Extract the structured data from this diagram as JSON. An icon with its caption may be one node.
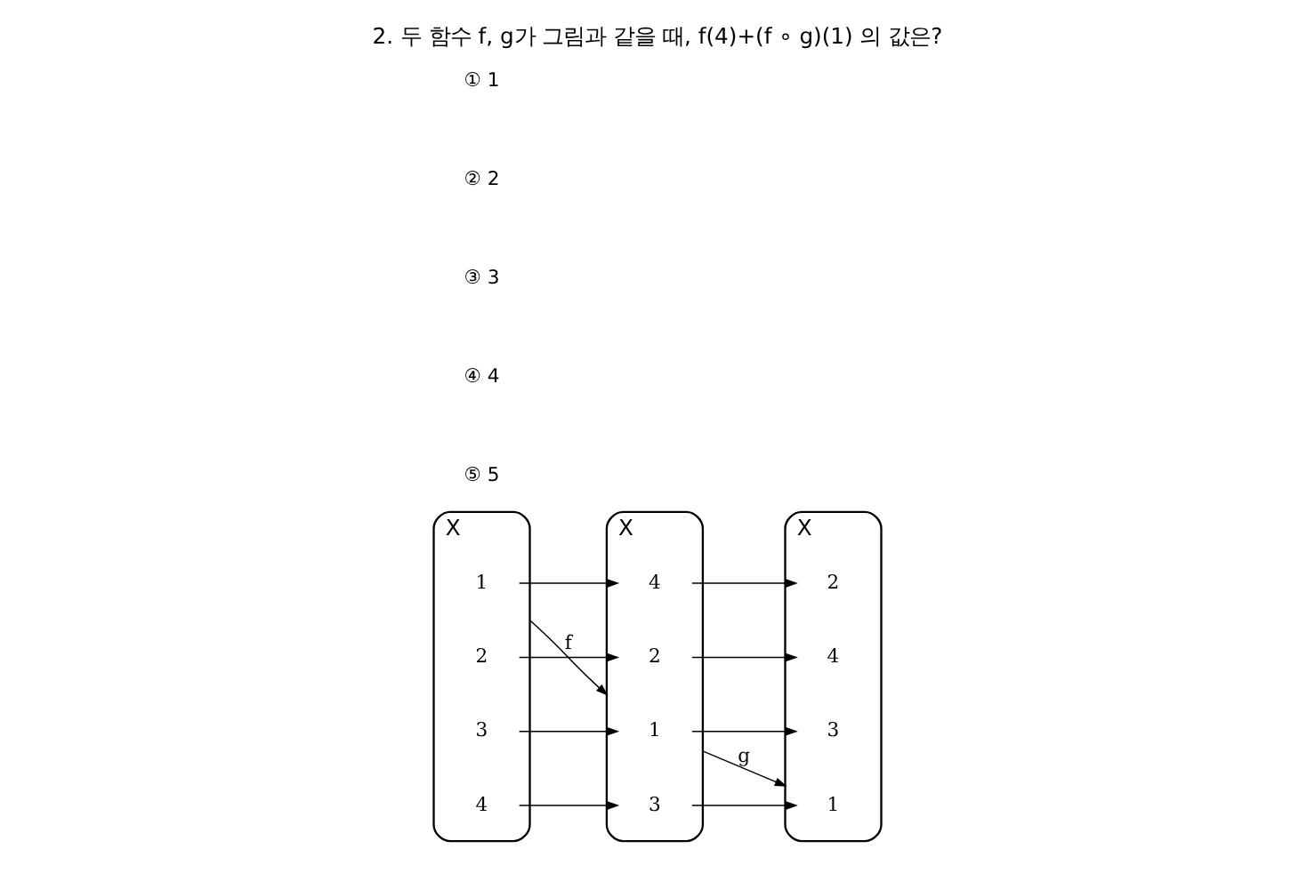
{
  "diagram": {
    "title": "2. 두 함수 f, g가 그림과 같을 때, f(4)+(f ∘ g)(1) 의 값은?",
    "nodes": [
      {
        "text": [
          "X"
        ]
      },
      {
        "text": [
          "1"
        ],
        "in": 0
      },
      {
        "text": [
          "2"
        ],
        "in": 0
      },
      {
        "text": [
          "3"
        ],
        "in": 0
      },
      {
        "text": [
          "4"
        ],
        "in": 0
      },
      {
        "text": [
          "X"
        ]
      },
      {
        "text": [
          "1"
        ],
        "in": 5
      },
      {
        "text": [
          "2"
        ],
        "in": 5
      },
      {
        "text": [
          "3"
        ],
        "in": 5
      },
      {
        "text": [
          "4"
        ],
        "in": 5
      },
      {
        "text": [
          "X"
        ]
      },
      {
        "text": [
          "1"
        ],
        "in": 10
      },
      {
        "text": [
          "2"
        ],
        "in": 10
      },
      {
        "text": [
          "3"
        ],
        "in": 10
      },
      {
        "text": [
          "4"
        ],
        "in": 10
      }
    ],
    "edges": [
      {
        "from": 0,
        "to": 5,
        "arrow": "to",
        "label": "f"
      },
      {
        "from": 5,
        "to": 10,
        "arrow": "to",
        "label": "g"
      },
      {
        "from": 1,
        "to": 9,
        "arrow": "to"
      },
      {
        "from": 2,
        "to": 7,
        "arrow": "to"
      },
      {
        "from": 3,
        "to": 6,
        "arrow": "to"
      },
      {
        "from": 4,
        "to": 8,
        "arrow": "to"
      },
      {
        "from": 6,
        "to": 13,
        "arrow": "to"
      },
      {
        "from": 7,
        "to": 14,
        "arrow": "to"
      },
      {
        "from": 8,
        "to": 11,
        "arrow": "to"
      },
      {
        "from": 9,
        "to": 12,
        "arrow": "to"
      }
    ],
    "labels": [
      "① 1",
      "② 2",
      "③ 3",
      "④ 4",
      "⑤ 5"
    ]
  }
}
